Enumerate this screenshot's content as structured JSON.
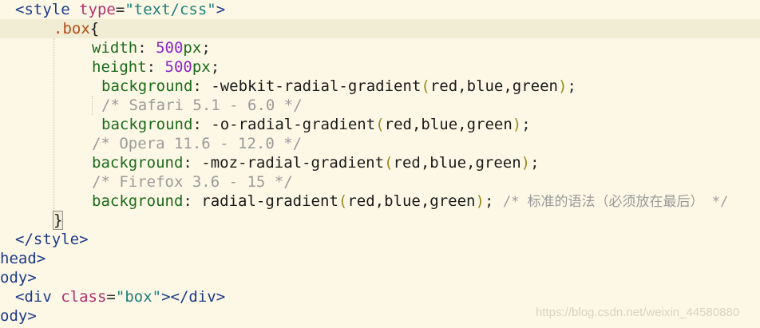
{
  "editor": {
    "style_open": {
      "tag_open": "<style",
      "attr": "type",
      "eq": "=",
      "value": "\"text/css\"",
      "close": ">"
    },
    "selector": ".box",
    "brace_open": "{",
    "width_prop": "width",
    "width_num": "500",
    "width_unit": "px",
    "height_prop": "height",
    "height_num": "500",
    "height_unit": "px",
    "bg1_prop": "background",
    "bg1_fn": "-webkit-radial-gradient",
    "bg1_args": "red,blue,green",
    "comment_safari": "/* Safari 5.1 - 6.0 */",
    "bg2_prop": "background",
    "bg2_fn": "-o-radial-gradient",
    "bg2_args": "red,blue,green",
    "comment_opera": "/* Opera 11.6 - 12.0 */",
    "bg3_prop": "background",
    "bg3_fn": "-moz-radial-gradient",
    "bg3_args": "red,blue,green",
    "comment_firefox": "/* Firefox 3.6 - 15 */",
    "bg4_prop": "background",
    "bg4_fn": "radial-gradient",
    "bg4_args": "red,blue,green",
    "comment_standard": "/* 标准的语法（必须放在最后） */",
    "brace_close": "}",
    "style_close": "</style>",
    "head_close": "head>",
    "body_open": "ody>",
    "div_line": {
      "tag_open": "<div",
      "attr": "class",
      "eq": "=",
      "value": "\"box\"",
      "close": "></div>"
    },
    "body_close": "ody>"
  },
  "watermark": "https://blog.csdn.net/weixin_44580880",
  "colors": {
    "background": "#fdf8e6",
    "current_line": "#f1edd4",
    "tag": "#1b3a8a",
    "attribute": "#b0306f",
    "string": "#1b7f7a",
    "selector": "#b54c16",
    "property": "#1a6b1a",
    "number": "#8a24c7",
    "comment": "#9a9a9a"
  }
}
